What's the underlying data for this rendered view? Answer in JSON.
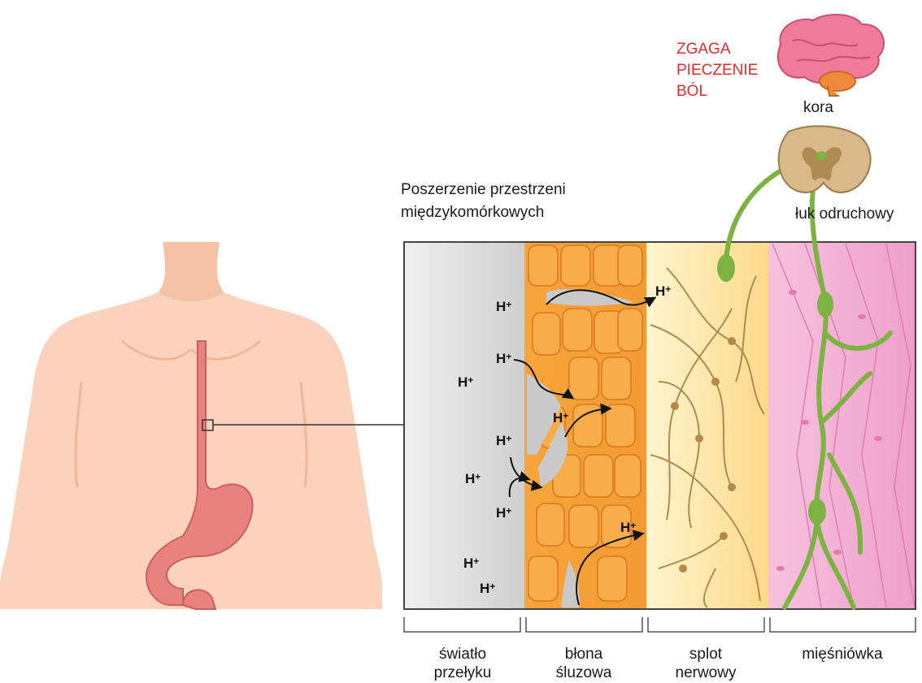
{
  "sensation_labels": [
    "ZGAGA",
    "PIECZENIE",
    "BÓL"
  ],
  "labels": {
    "cortex": "kora",
    "reflex_arc": "łuk odruchowy",
    "intercellular_line1": "Poszerzenie przestrzeni",
    "intercellular_line2": "międzykomórkowych"
  },
  "layers": [
    {
      "line1": "światło",
      "line2": "przełyku"
    },
    {
      "line1": "błona",
      "line2": "śluzowa"
    },
    {
      "line1": "splot",
      "line2": "nerwowy"
    },
    {
      "line1": "mięśniówka",
      "line2": ""
    }
  ],
  "ion_label": "H",
  "ion_charge": "+",
  "colors": {
    "sensation_text": "#e42b2b",
    "lumen": "#d9d9d9",
    "mucosa": "#f5a03a",
    "nerve_plexus": "#fbe7a8",
    "muscle": "#f2a9cf",
    "nerve_fiber": "#7db342",
    "skin": "#fbd3bc",
    "stomach": "#e9827f"
  }
}
